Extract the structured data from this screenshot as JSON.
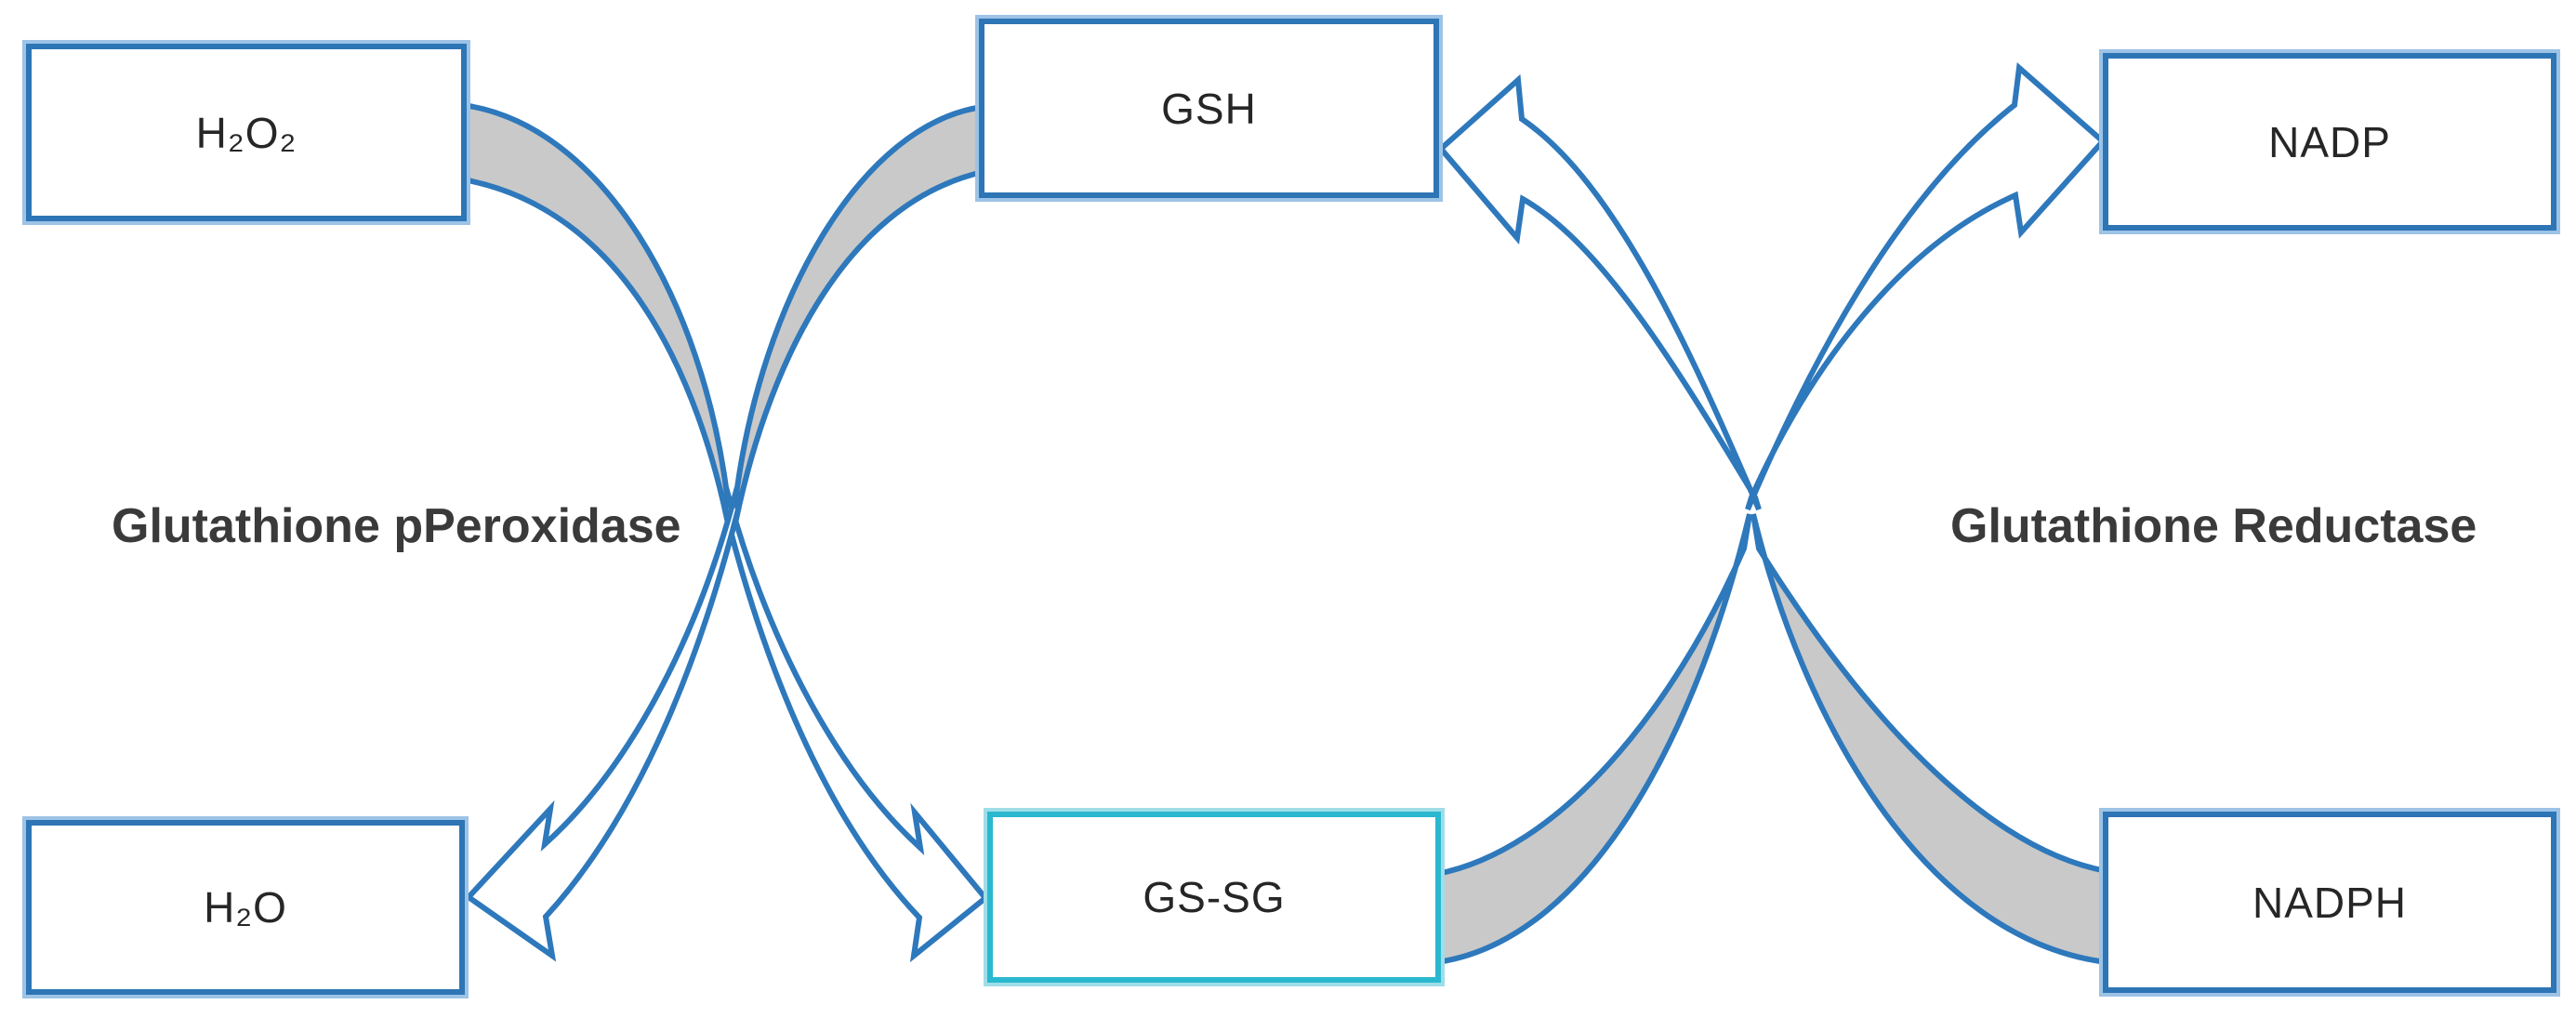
{
  "boxes": {
    "h2o2": {
      "label": "H₂O₂"
    },
    "gsh": {
      "label": "GSH"
    },
    "nadp": {
      "label": "NADP"
    },
    "h2o": {
      "label": "H₂O"
    },
    "gssg": {
      "label": "GS-SG"
    },
    "nadph": {
      "label": "NADPH"
    }
  },
  "labels": {
    "left_enzyme": "Glutathione pPeroxidase",
    "right_enzyme": "Glutathione Reductase"
  },
  "arrows": [
    {
      "from": "H₂O₂",
      "to": "GS-SG"
    },
    {
      "from": "GSH",
      "to": "H₂O"
    },
    {
      "from": "GS-SG",
      "to": "NADP"
    },
    {
      "from": "NADPH",
      "to": "GSH"
    }
  ],
  "colors": {
    "arrow_stroke": "#2E78BC",
    "arrow_gray_fill": "#C9C9C9",
    "arrow_white_fill": "#FFFFFF",
    "box_border": "#2E75B6",
    "box_halo": "#9DC3E6",
    "gssg_border": "#2AB8CF",
    "gssg_halo": "#9FDDE8",
    "label_text": "#262626",
    "enzyme_text": "#3A3A3A"
  }
}
